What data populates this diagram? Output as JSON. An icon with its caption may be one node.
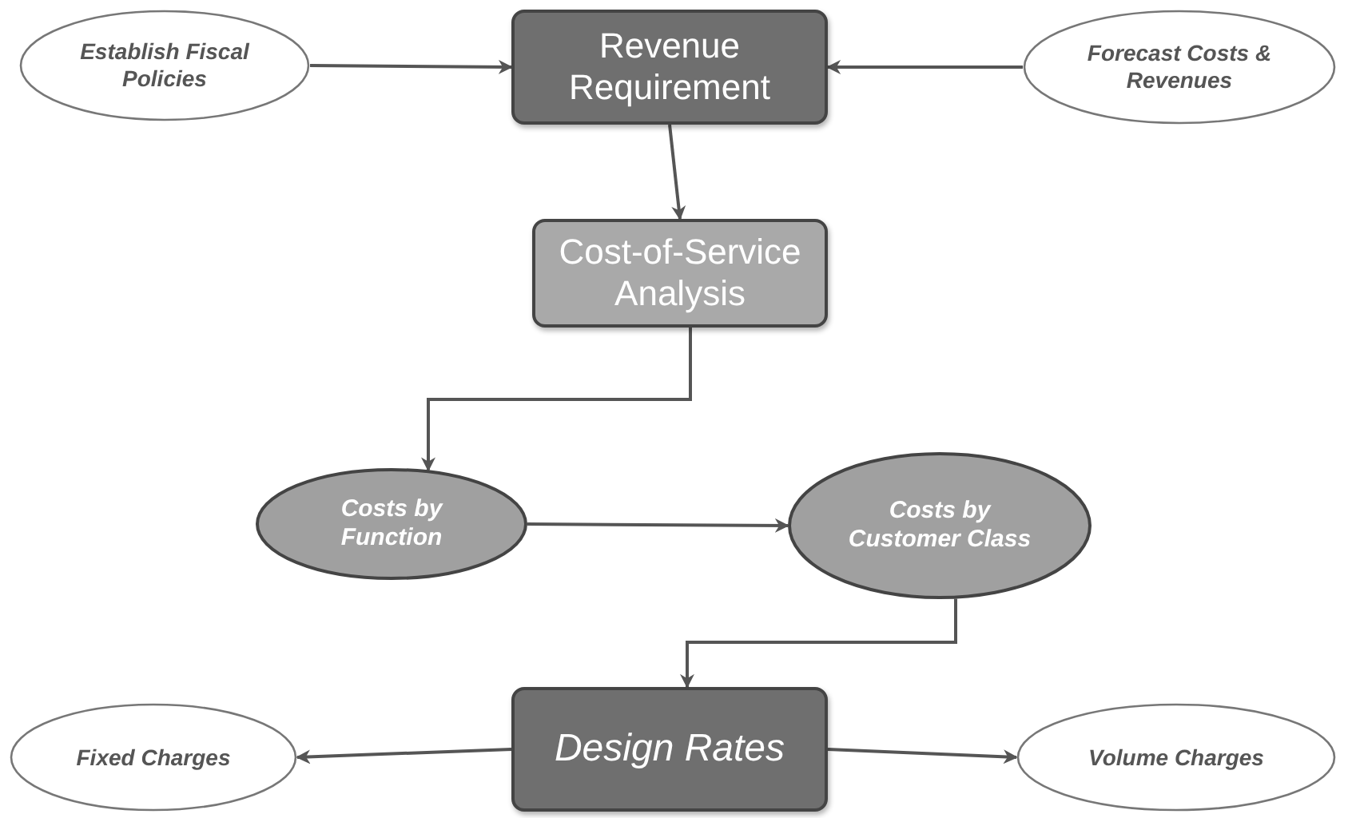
{
  "diagram": {
    "nodes": [
      {
        "text": [
          "Establish Fiscal Policies"
        ]
      },
      {
        "text": [
          "Revenue Requirement"
        ]
      },
      {
        "text": [
          "Forecast Costs & Revenues"
        ]
      },
      {
        "text": [
          "Cost-of-Service Analysis"
        ]
      },
      {
        "text": [
          "Costs by Function"
        ]
      },
      {
        "text": [
          "Costs by Customer Class"
        ]
      },
      {
        "text": [
          "Design Rates"
        ]
      },
      {
        "text": [
          "Fixed Charges"
        ]
      },
      {
        "text": [
          "Volume Charges"
        ]
      }
    ],
    "edges": [
      {
        "from": 0,
        "to": 1,
        "arrow": "to"
      },
      {
        "from": 2,
        "to": 1,
        "arrow": "to"
      },
      {
        "from": 1,
        "to": 3,
        "arrow": "to"
      },
      {
        "from": 3,
        "to": 4,
        "arrow": "to"
      },
      {
        "from": 4,
        "to": 5,
        "arrow": "to"
      },
      {
        "from": 5,
        "to": 6,
        "arrow": "to"
      },
      {
        "from": 6,
        "to": 7,
        "arrow": "to"
      },
      {
        "from": 6,
        "to": 8,
        "arrow": "to"
      }
    ]
  }
}
